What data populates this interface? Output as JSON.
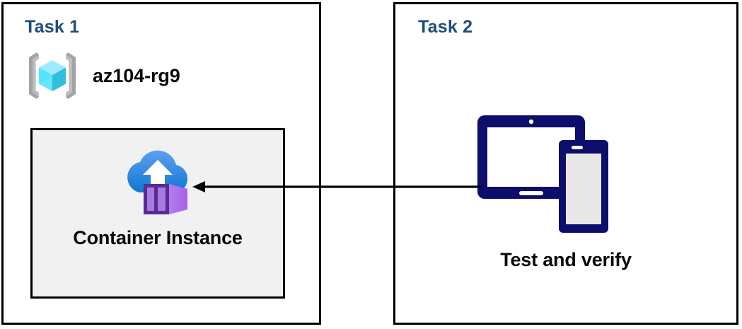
{
  "diagram": {
    "title": "Azure Container Instance deployment task diagram",
    "colors": {
      "task_title": "#1F4E79",
      "panel_border": "#000000",
      "inner_box_fill": "#F1F1F1",
      "arrow": "#000000",
      "device_navy": "#0D0D6B",
      "device_screen_grey": "#E8E8E8",
      "cloud_blue_top": "#5A9BED",
      "cloud_blue_bottom": "#0E7AD1",
      "container_purple_front": "#6B2FA8",
      "container_purple_side": "#B07BEE",
      "resource_group_cube": "#50E6FF",
      "resource_group_bracket": "#A3A3A3"
    }
  },
  "task1": {
    "title": "Task 1",
    "resource_group": {
      "name": "az104-rg9",
      "icon": "azure-resource-group-icon"
    },
    "container_instance": {
      "label": "Container Instance",
      "icon": "azure-container-instance-icon"
    }
  },
  "task2": {
    "title": "Task 2",
    "label": "Test and verify",
    "icon": "devices-tablet-phone-icon"
  },
  "connector": {
    "name": "arrow-task2-to-container-instance",
    "direction": "left",
    "head": "solid-triangle"
  }
}
